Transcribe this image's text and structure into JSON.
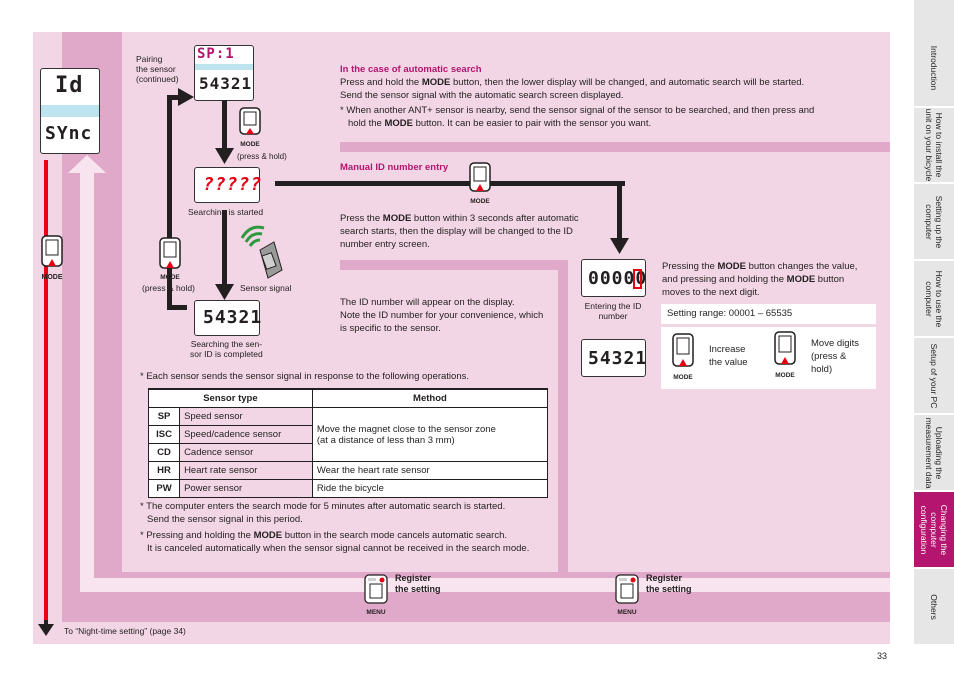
{
  "tabs": [
    {
      "label": "Introduction"
    },
    {
      "label": "How to install the\nunit on your bicycle"
    },
    {
      "label": "Setting up the\ncomputer"
    },
    {
      "label": "How to use the\ncomputer"
    },
    {
      "label": "Setup of your PC"
    },
    {
      "label": "Uploading the\nmeasurement data"
    },
    {
      "label": "Changing the\ncomputer\nconfiguration"
    },
    {
      "label": "Others"
    }
  ],
  "left_display": {
    "top": "Id",
    "bottom": "SYnc"
  },
  "mode_label": "MODE",
  "menu_label": "MENU",
  "pairing_caption": "Pairing\nthe sensor\n(continued)",
  "display_sp": "SP:1",
  "display_id": "54321",
  "display_search": "?????",
  "display_entry": "00000",
  "press_hold": "(press & hold)",
  "searching_started": "Searching is started",
  "sensor_signal": "Sensor signal",
  "search_completed": "Searching the sen-\nsor ID is completed",
  "auto_search": {
    "heading": "In the case of automatic search",
    "p1a": "Press and hold the ",
    "p1b": "MODE",
    "p1c": " button, then the lower display will be changed, and automatic search will be started.",
    "p2": "Send the sensor signal with the automatic search screen displayed.",
    "note_a": "* When another ANT+ sensor is nearby, send the sensor signal of the sensor to be searched, and then press and",
    "note_b": "hold the ",
    "note_c": "MODE",
    "note_d": " button. It can be easier to pair with the sensor you want."
  },
  "manual": {
    "heading": "Manual ID number entry",
    "p1a": "Press the ",
    "p1b": "MODE",
    "p1c": " button within 3 seconds after automatic",
    "p2": "search starts, then the display will be changed to the ID",
    "p3": "number entry screen.",
    "id_note1": "The ID number will appear on the display.",
    "id_note2": "Note the ID number for your convenience, which",
    "id_note3": "is specific to the sensor.",
    "entering": "Entering the ID\nnumber",
    "right_a": "Pressing the ",
    "right_b": "MODE",
    "right_c": " button changes the value,",
    "right_d": "and pressing and holding the ",
    "right_e": "MODE",
    "right_f": " button",
    "right_g": "moves to the next digit.",
    "range": "Setting range: 00001 – 65535",
    "increase": "Increase\nthe value",
    "move": "Move digits\n(press &\nhold)"
  },
  "table": {
    "intro": "* Each sensor sends the sensor signal in response to the following operations.",
    "headers": [
      "Sensor type",
      "Method"
    ],
    "rows": [
      {
        "code": "SP",
        "name": "Speed sensor"
      },
      {
        "code": "ISC",
        "name": "Speed/cadence sensor"
      },
      {
        "code": "CD",
        "name": "Cadence sensor"
      },
      {
        "code": "HR",
        "name": "Heart rate sensor"
      },
      {
        "code": "PW",
        "name": "Power sensor"
      }
    ],
    "method_magnet1": "Move the magnet close to the sensor zone",
    "method_magnet2": "(at a distance of less than 3 mm)",
    "method_hr": "Wear the heart rate sensor",
    "method_pw": "Ride the bicycle"
  },
  "notes": {
    "n1a": "* The computer enters the search mode for 5 minutes after automatic search is started.",
    "n1b": "Send the sensor signal in this period.",
    "n2a": "* Pressing and holding the ",
    "n2b": "MODE",
    "n2c": " button in the search mode cancels automatic search.",
    "n2d": "It is canceled automatically when the sensor signal cannot be received in the search mode."
  },
  "register": "Register\nthe setting",
  "night": "To “Night-time setting” (page 34)",
  "page_number": "33",
  "colors": {
    "accent": "#b3156f",
    "light_pink": "#f2d6e5",
    "mid_pink": "#e0a9c9",
    "red": "#e60012"
  }
}
